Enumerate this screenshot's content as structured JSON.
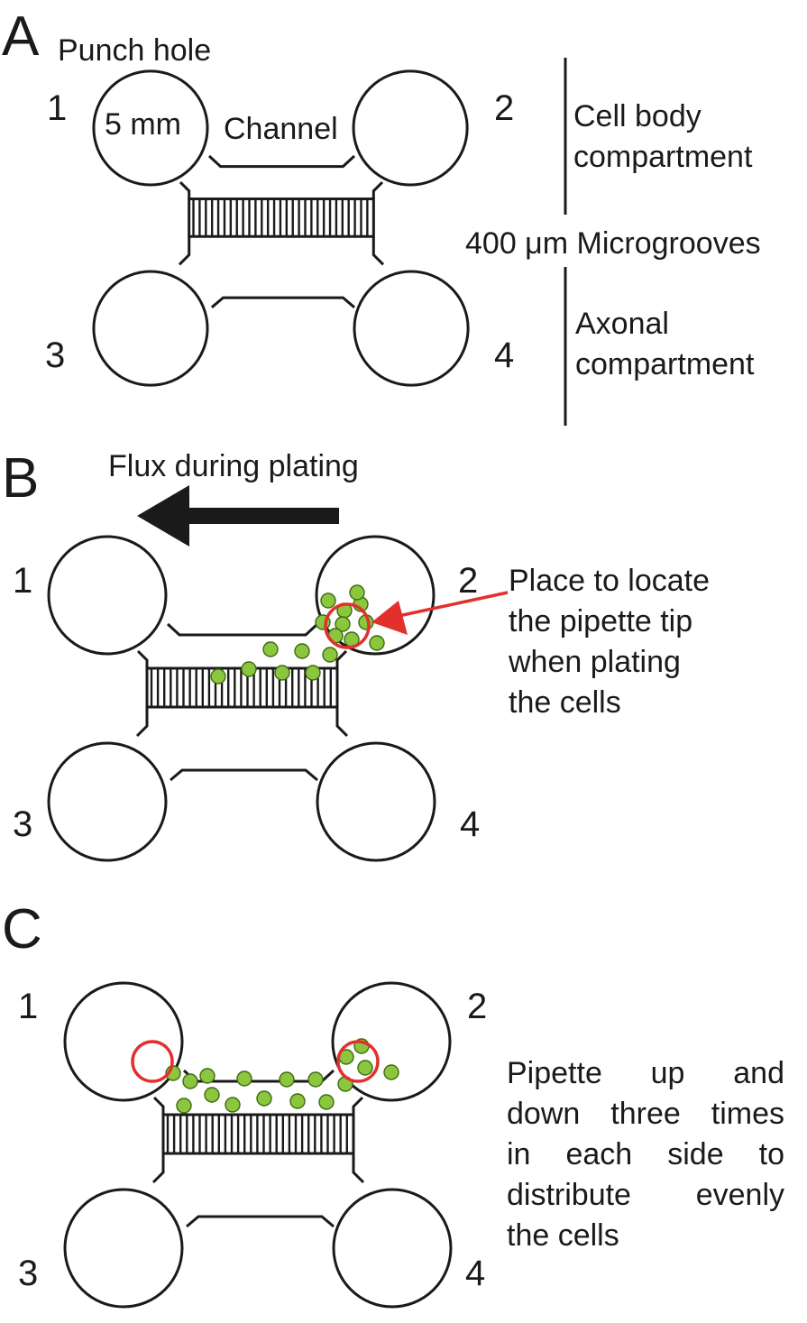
{
  "panel_a": {
    "letter": "A",
    "punch_hole_label": "Punch hole",
    "hole_size_label": "5 mm",
    "channel_label": "Channel",
    "well_numbers": [
      "1",
      "2",
      "3",
      "4"
    ],
    "cell_body_label_line1": "Cell body",
    "cell_body_label_line2": "compartment",
    "microgrooves_label": "400 μm Microgrooves",
    "axonal_label_line1": "Axonal",
    "axonal_label_line2": "compartment"
  },
  "panel_b": {
    "letter": "B",
    "flux_label": "Flux during plating",
    "well_numbers": [
      "1",
      "2",
      "3",
      "4"
    ],
    "pipette_note_lines": [
      "Place to locate",
      "the pipette tip",
      "when plating",
      "the cells"
    ]
  },
  "panel_c": {
    "letter": "C",
    "well_numbers": [
      "1",
      "2",
      "3",
      "4"
    ],
    "pipette_note_lines": [
      "Pipette up and",
      "down three times",
      "in each side to",
      "distribute evenly",
      "the cells"
    ]
  },
  "colors": {
    "outline": "#1a1a1a",
    "cell_fill": "#8cc63f",
    "highlight_red": "#e2302d"
  }
}
